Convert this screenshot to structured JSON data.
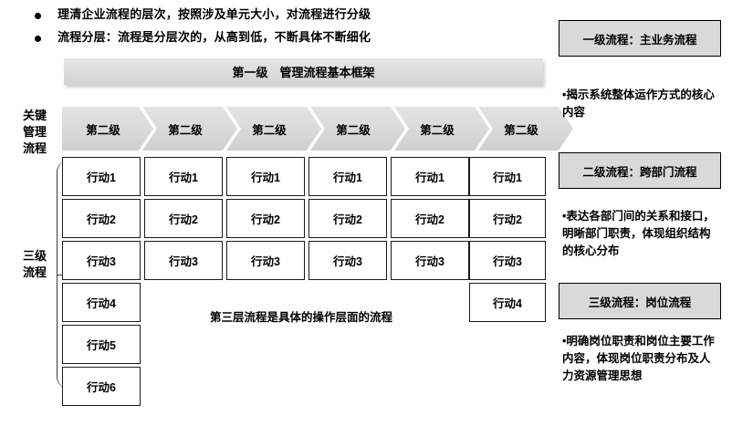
{
  "bullets": [
    {
      "text": "理清企业流程的层次，按照涉及单元大小，对流程进行分级"
    },
    {
      "text": "流程分层：流程是分层次的，从高到低，不断具体不断细化"
    }
  ],
  "banner": {
    "text": "第一级　管理流程基本框架"
  },
  "left_labels": {
    "key_management": "关键\n管理\n流程",
    "key_management_lines": [
      "关键",
      "管理",
      "流程"
    ],
    "level3": "三级\n流程",
    "level3_lines": [
      "三级",
      "流程"
    ]
  },
  "chevrons": [
    {
      "label": "第二级"
    },
    {
      "label": "第二级"
    },
    {
      "label": "第二级"
    },
    {
      "label": "第二级"
    },
    {
      "label": "第二级"
    },
    {
      "label": "第二级"
    }
  ],
  "grid": {
    "columns": [
      {
        "actions": [
          "行动1",
          "行动2",
          "行动3",
          "行动4",
          "行动5",
          "行动6"
        ]
      },
      {
        "actions": [
          "行动1",
          "行动2",
          "行动3"
        ]
      },
      {
        "actions": [
          "行动1",
          "行动2",
          "行动3"
        ]
      },
      {
        "actions": [
          "行动1",
          "行动2",
          "行动3"
        ]
      },
      {
        "actions": [
          "行动1",
          "行动2",
          "行动3"
        ]
      },
      {
        "actions": [
          "行动1",
          "行动2",
          "行动3",
          "行动4"
        ]
      }
    ],
    "caption": "第三层流程是具体的操作层面的流程"
  },
  "sidebar": {
    "sections": [
      {
        "title": "一级流程：主业务流程",
        "description": "•揭示系统整体运作方式的核心内容"
      },
      {
        "title": "二级流程：跨部门流程",
        "description": "•表达各部门间的关系和接口，明晰部门职责，体现组织结构的核心分布"
      },
      {
        "title": "三级流程：岗位流程",
        "description": "•明确岗位职责和岗位主要工作内容，体现岗位职责分布及人力资源管理思想"
      }
    ]
  },
  "colors": {
    "banner_fill": "#dcdcdc",
    "chevron_fill": "#dadada",
    "sidebar_fill": "#d9d9d9",
    "box_border": "#1a1a1a",
    "background": "#ffffff"
  }
}
